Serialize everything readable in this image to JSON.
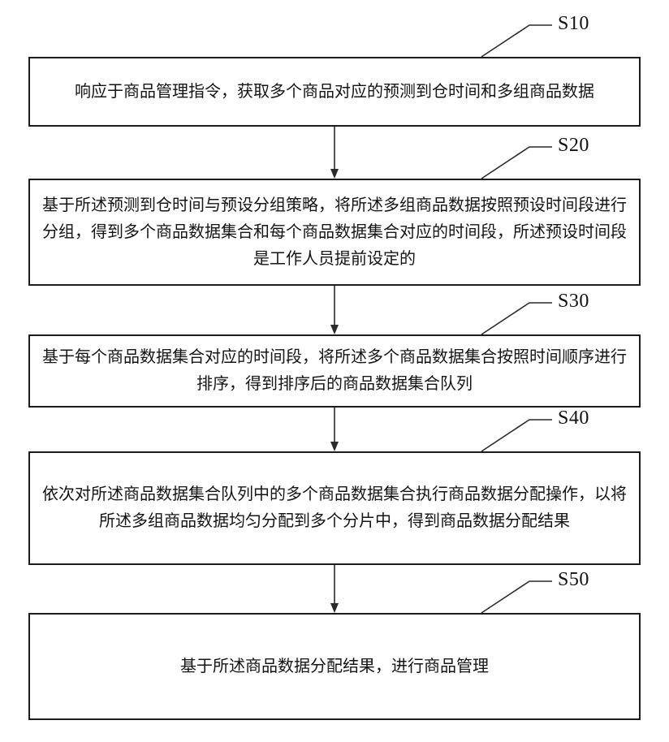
{
  "figure": {
    "steps": [
      {
        "id": "S10",
        "text": "响应于商品管理指令，获取多个商品对应的预测到仓时间和多组商品数据"
      },
      {
        "id": "S20",
        "text": "基于所述预测到仓时间与预设分组策略，将所述多组商品数据按照预设时间段进行分组，得到多个商品数据集合和每个商品数据集合对应的时间段，所述预设时间段是工作人员提前设定的"
      },
      {
        "id": "S30",
        "text": "基于每个商品数据集合对应的时间段，将所述多个商品数据集合按照时间顺序进行排序，得到排序后的商品数据集合队列"
      },
      {
        "id": "S40",
        "text": "依次对所述商品数据集合队列中的多个商品数据集合执行商品数据分配操作，以将所述多组商品数据均匀分配到多个分片中，得到商品数据分配结果"
      },
      {
        "id": "S50",
        "text": "基于所述商品数据分配结果，进行商品管理"
      }
    ]
  }
}
